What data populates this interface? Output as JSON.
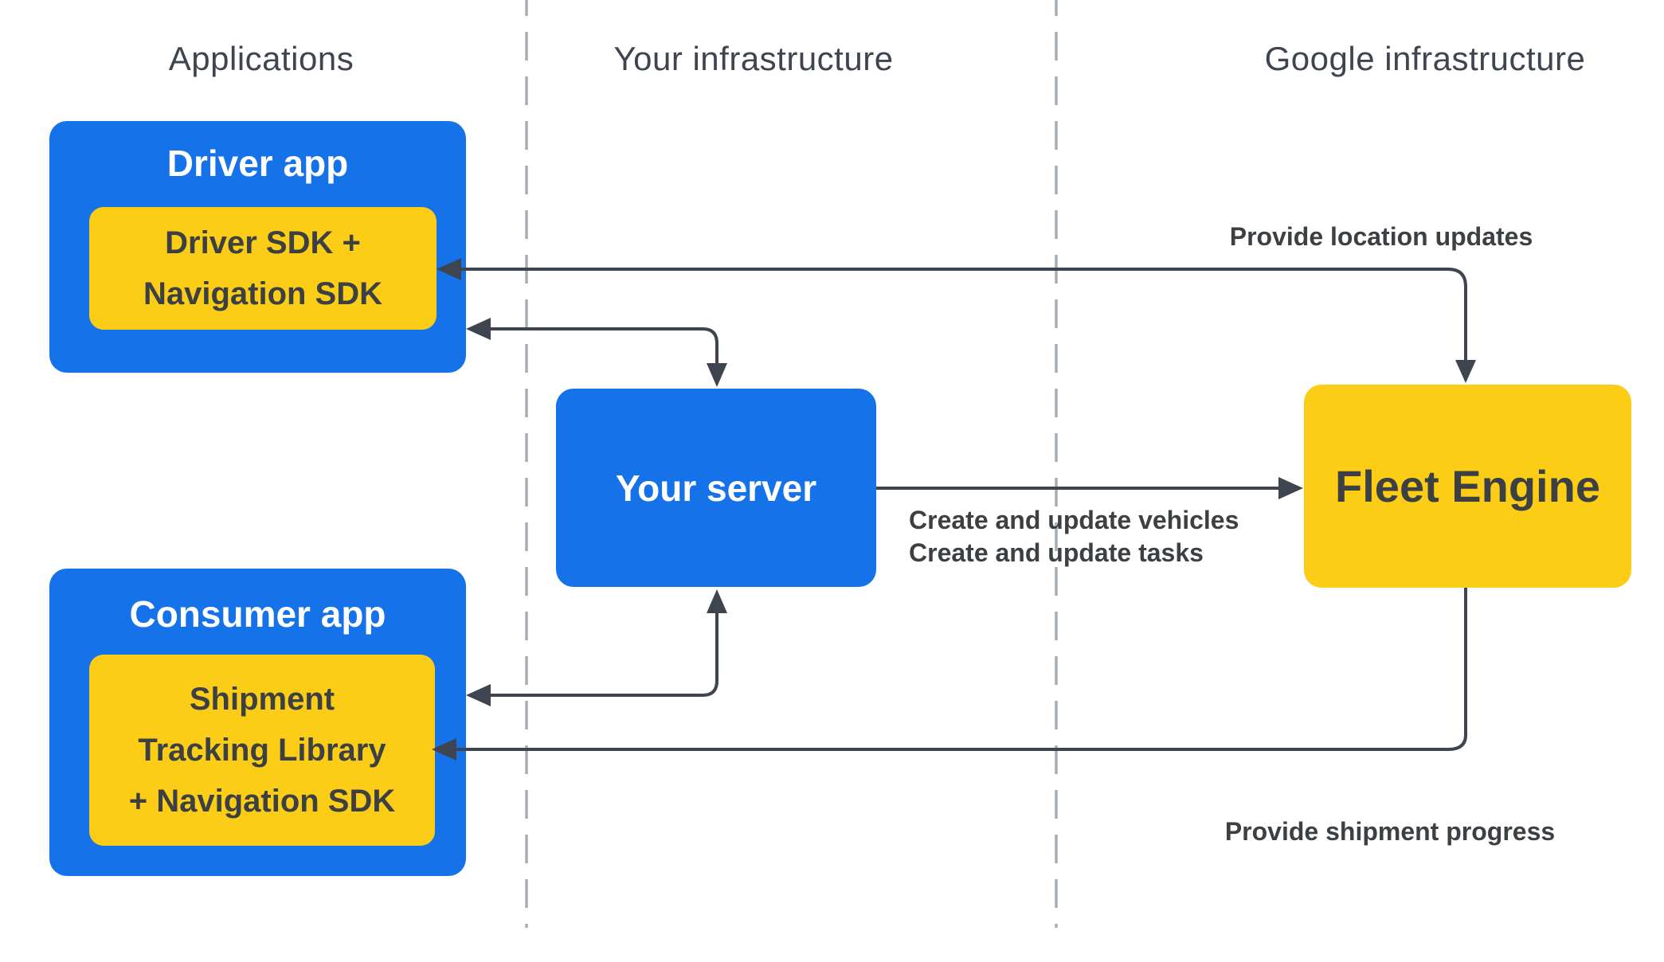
{
  "colors": {
    "blue": "#1572E8",
    "yellow": "#FBCD17",
    "ink": "#3C4043",
    "header-ink": "#3E4450",
    "connector": "#3E4450",
    "divider": "#A7ADB4",
    "paper": "#FFFFFF"
  },
  "columns": [
    {
      "label": "Applications"
    },
    {
      "label": "Your infrastructure"
    },
    {
      "label": "Google infrastructure"
    }
  ],
  "nodes": {
    "driver_app": {
      "title": "Driver app",
      "sdk_lines": [
        "Driver SDK +",
        "Navigation SDK"
      ]
    },
    "consumer_app": {
      "title": "Consumer app",
      "sdk_lines": [
        "Shipment",
        "Tracking Library",
        "+ Navigation SDK"
      ]
    },
    "your_server": {
      "title": "Your server"
    },
    "fleet_engine": {
      "title": "Fleet Engine"
    }
  },
  "edges": [
    {
      "id": "location-updates",
      "from": "Fleet Engine",
      "to": "Driver SDK + Navigation SDK",
      "bidirectional": true,
      "label": "Provide location updates"
    },
    {
      "id": "driver-app-your-server",
      "from": "Driver app",
      "to": "Your server",
      "bidirectional": true,
      "label": ""
    },
    {
      "id": "create-update",
      "from": "Your server",
      "to": "Fleet Engine",
      "bidirectional": false,
      "label_lines": [
        "Create and update vehicles",
        "Create and update tasks"
      ]
    },
    {
      "id": "consumer-app-your-server",
      "from": "Consumer app",
      "to": "Your server",
      "bidirectional": true,
      "label": ""
    },
    {
      "id": "shipment-progress",
      "from": "Fleet Engine",
      "to": "Shipment Tracking Library + Navigation SDK",
      "bidirectional": false,
      "label": "Provide shipment progress"
    }
  ]
}
